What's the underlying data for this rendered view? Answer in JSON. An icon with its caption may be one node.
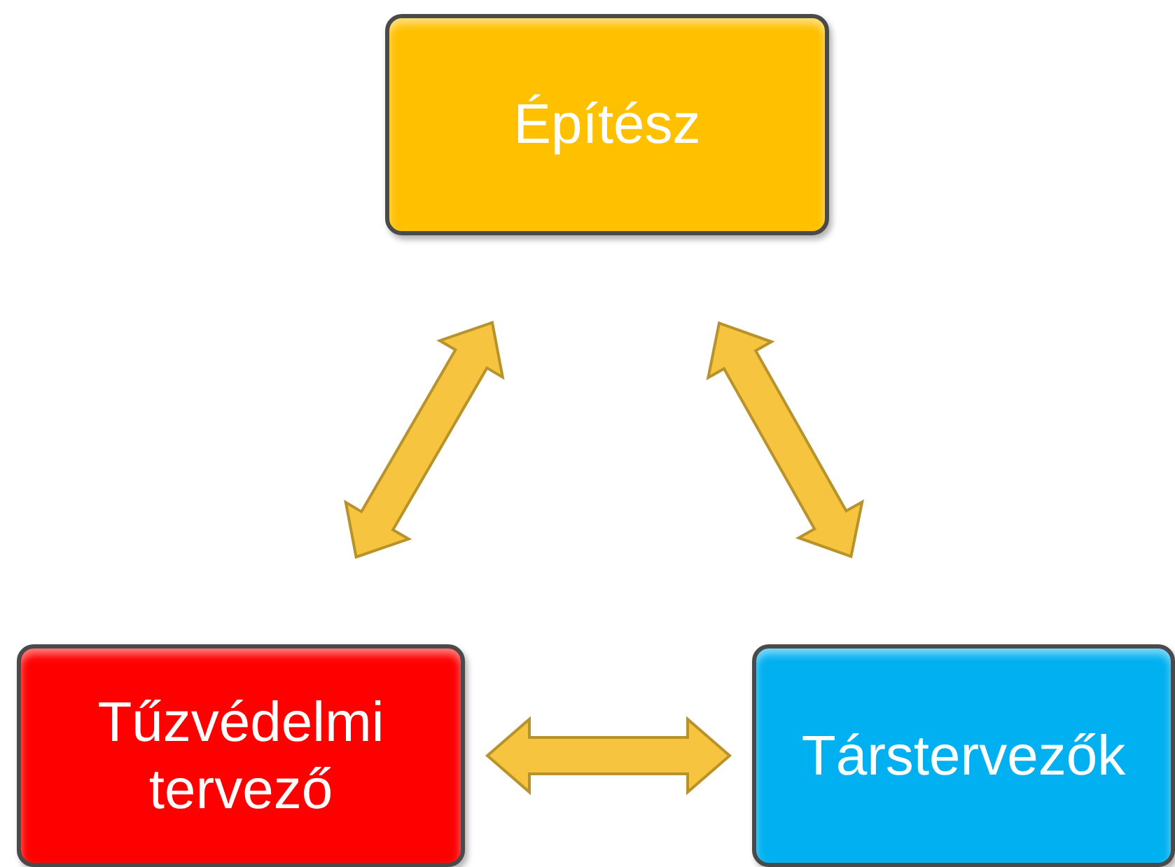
{
  "diagram": {
    "nodes": [
      {
        "text": [
          "Építész"
        ]
      },
      {
        "text": [
          "Tűzvédelmi tervező"
        ]
      },
      {
        "text": [
          "Társtervezők"
        ]
      }
    ],
    "edges": [
      {
        "from": 0,
        "to": 1,
        "arrow": "both"
      },
      {
        "from": 0,
        "to": 2,
        "arrow": "both"
      },
      {
        "from": 1,
        "to": 2,
        "arrow": "both"
      }
    ]
  }
}
